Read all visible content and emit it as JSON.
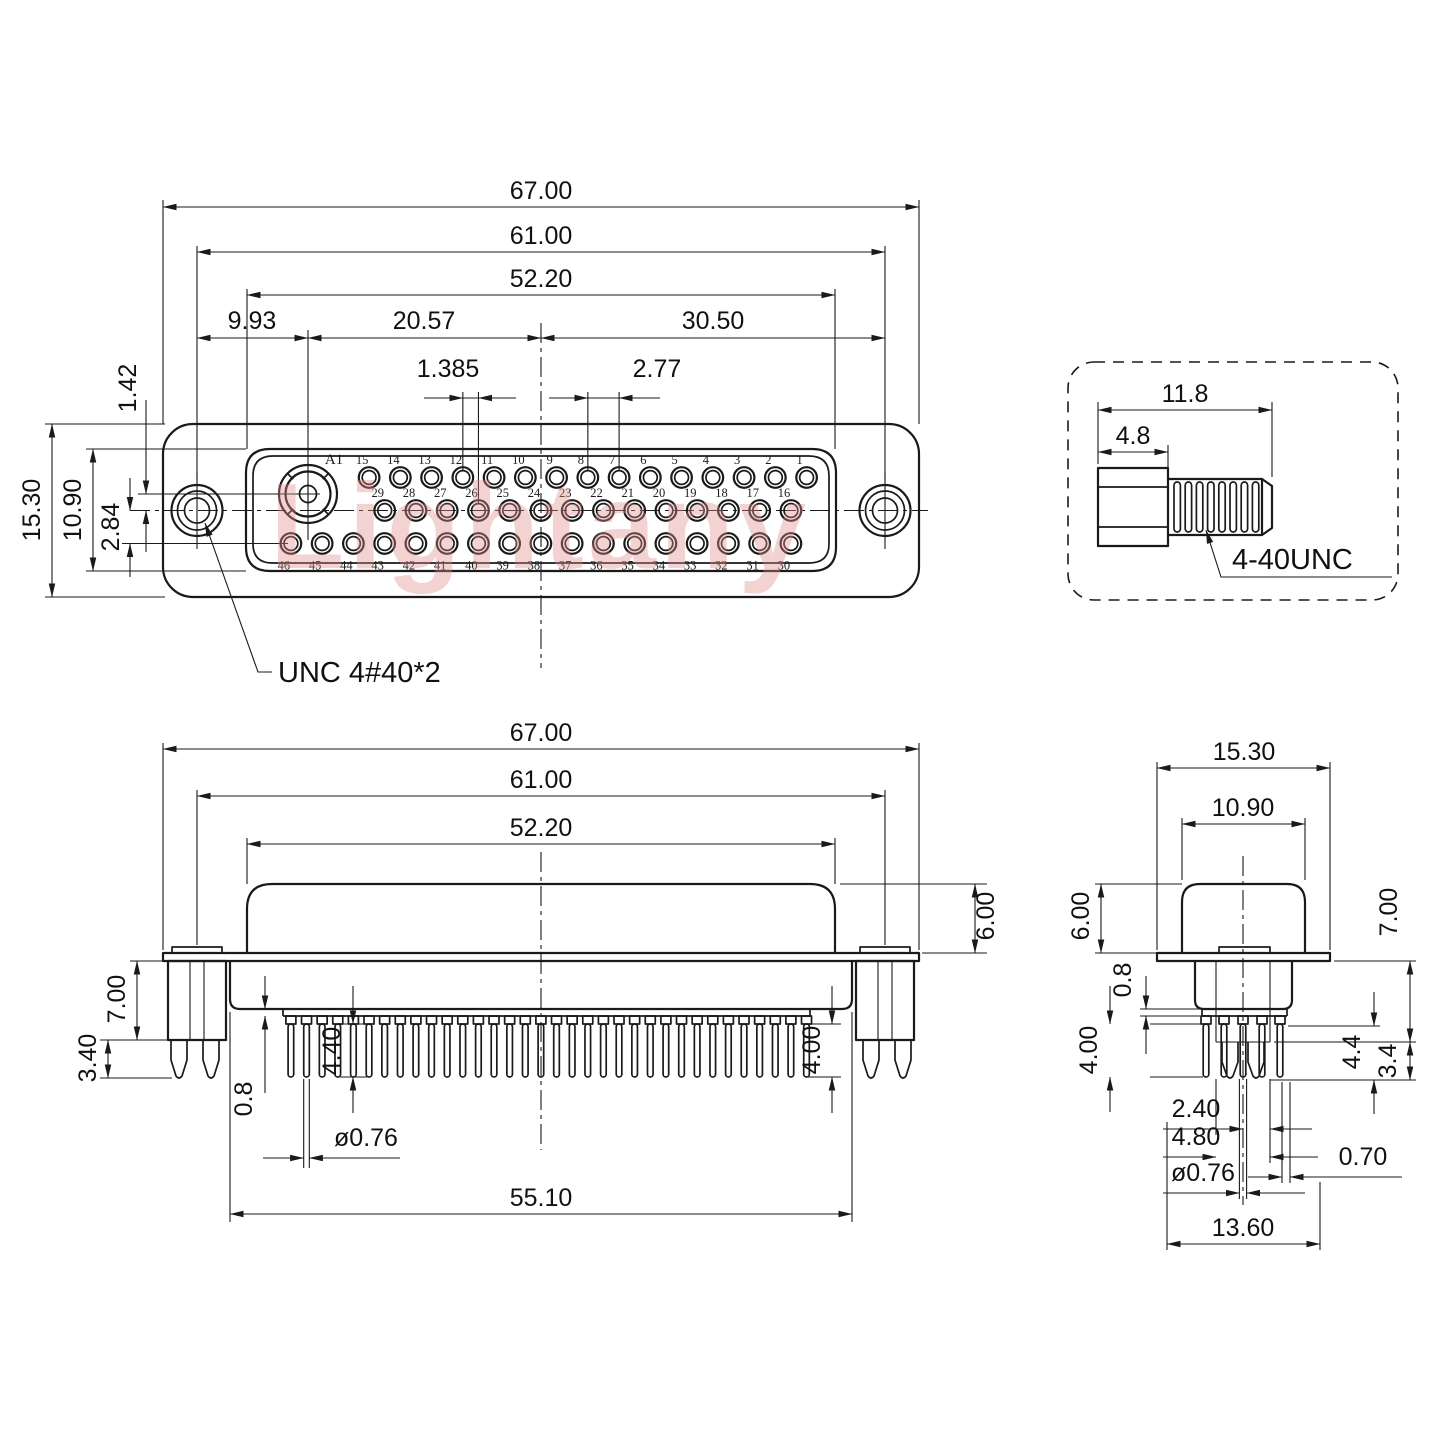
{
  "drawing": {
    "watermark": "Lightany",
    "watermark_color": "#e08b8b",
    "front_view": {
      "dims": {
        "overall_width": "67.00",
        "mount_pitch": "61.00",
        "shell_width": "52.20",
        "hole_to_a1": "9.93",
        "a1_to_center": "20.57",
        "center_to_hole": "30.50",
        "half_pitch": "1.385",
        "pitch": "2.77",
        "flange_height": "15.30",
        "shell_height": "10.90",
        "row_pitch": "2.84",
        "row_offset": "1.42"
      },
      "thread_note": "UNC 4#40*2",
      "a1_label": "A1",
      "pin_rows": {
        "row1": [
          "15",
          "14",
          "13",
          "12",
          "11",
          "10",
          "9",
          "8",
          "7",
          "6",
          "5",
          "4",
          "3",
          "2",
          "1"
        ],
        "row2": [
          "29",
          "28",
          "27",
          "26",
          "25",
          "24",
          "23",
          "22",
          "21",
          "20",
          "19",
          "18",
          "17",
          "16"
        ],
        "row3": [
          "46",
          "45",
          "44",
          "43",
          "42",
          "41",
          "40",
          "39",
          "38",
          "37",
          "36",
          "35",
          "34",
          "33",
          "32",
          "31",
          "30"
        ]
      }
    },
    "screw_detail": {
      "dims": {
        "overall_length": "11.8",
        "head_length": "4.8"
      },
      "thread_label": "4-40UNC"
    },
    "bottom_view": {
      "dims": {
        "overall_width": "67.00",
        "mount_pitch": "61.00",
        "shell_width": "52.20",
        "shell_height": "6.00",
        "bracket_height": "7.00",
        "fork_length": "3.40",
        "tail_step": "0.8",
        "tail_length_left": "4.40",
        "tail_length_right": "4.00",
        "pin_diameter": "ø0.76",
        "tail_span": "55.10"
      }
    },
    "side_view": {
      "dims": {
        "flange_width": "15.30",
        "body_width": "10.90",
        "shell_height": "6.00",
        "bracket_height": "7.00",
        "tail_step": "0.8",
        "tail_length_left": "4.00",
        "tail_length_right": "4.4",
        "fork_length": "3.4",
        "row_gap": "2.40",
        "row_span": "4.80",
        "pin_diameter": "ø0.76",
        "blade_width": "0.70",
        "footprint_width": "13.60"
      }
    }
  }
}
